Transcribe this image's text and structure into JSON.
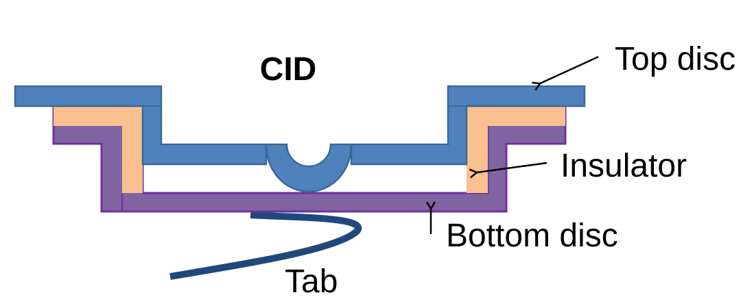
{
  "diagram": {
    "title": "CID",
    "labels": {
      "top_disc": "Top disc",
      "insulator": "Insulator",
      "bottom_disc": "Bottom disc",
      "tab": "Tab"
    },
    "colors": {
      "top_disc_fill": "#4f81bd",
      "top_disc_stroke": "#3a6796",
      "insulator_fill": "#fac090",
      "bottom_disc_fill": "#8064a2",
      "bottom_disc_stroke": "#7030a0",
      "tab": "#1f497d",
      "arrow": "#000000"
    }
  }
}
